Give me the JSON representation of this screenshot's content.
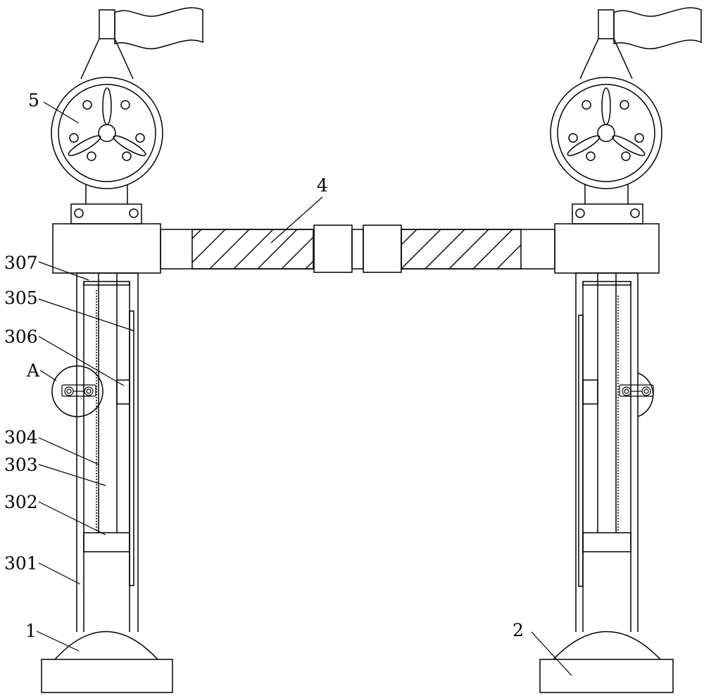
{
  "diagram": {
    "labels": {
      "l1": "1",
      "l2": "2",
      "l4": "4",
      "l5": "5",
      "lA": "A",
      "l301": "301",
      "l302": "302",
      "l303": "303",
      "l304": "304",
      "l305": "305",
      "l306": "306",
      "l307": "307"
    },
    "colors": {
      "line": "#000000",
      "background": "#ffffff"
    }
  }
}
